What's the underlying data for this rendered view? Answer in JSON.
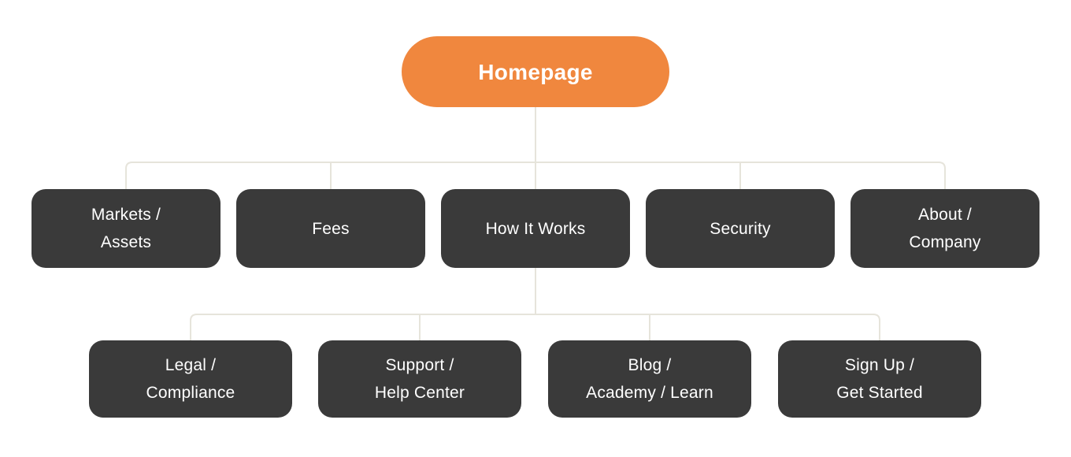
{
  "diagram": {
    "type": "sitemap-tree",
    "colors": {
      "root_bg": "#F0873E",
      "node_bg": "#3A3A3A",
      "connector": "#E6E4DB",
      "label_text": "#FFFFFF",
      "background": "#FFFFFF"
    },
    "root": {
      "label": "Homepage",
      "children": [
        {
          "label": "Markets /\nAssets"
        },
        {
          "label": "Fees"
        },
        {
          "label": "How It Works",
          "children": [
            {
              "label": "Legal /\nCompliance"
            },
            {
              "label": "Support /\nHelp Center"
            },
            {
              "label": "Blog /\nAcademy / Learn"
            },
            {
              "label": "Sign Up /\nGet Started"
            }
          ]
        },
        {
          "label": "Security"
        },
        {
          "label": "About /\nCompany"
        }
      ]
    }
  }
}
